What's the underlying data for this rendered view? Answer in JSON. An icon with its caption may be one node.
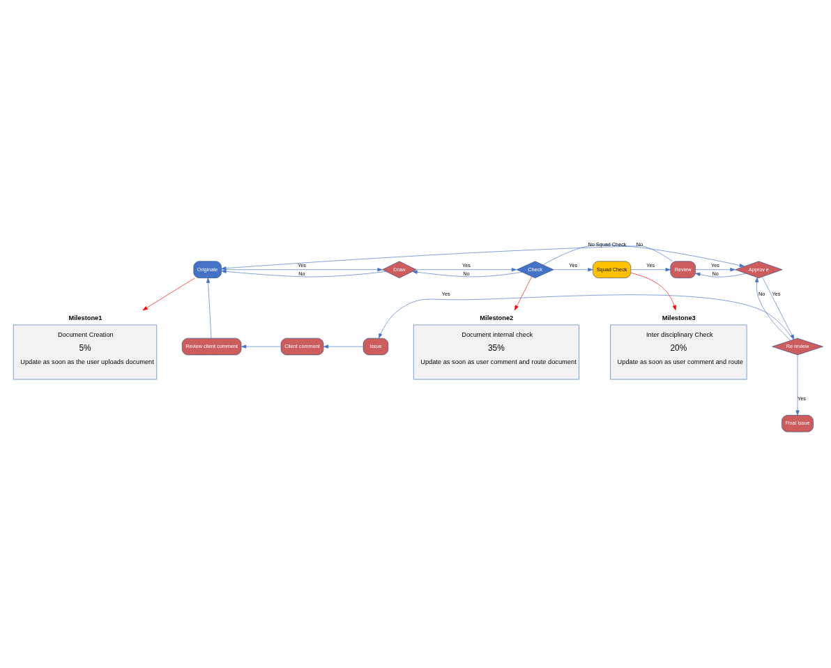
{
  "diagram": {
    "nodes": [
      {
        "text": [
          "Originate"
        ]
      },
      {
        "text": [
          "Draw"
        ]
      },
      {
        "text": [
          "Check"
        ]
      },
      {
        "text": [
          "Squad Check"
        ]
      },
      {
        "text": [
          "Review"
        ]
      },
      {
        "text": [
          "Approv e"
        ]
      },
      {
        "text": [
          "Re review"
        ]
      },
      {
        "text": [
          "Issue"
        ]
      },
      {
        "text": [
          "Client comment"
        ]
      },
      {
        "text": [
          "Review client comment"
        ]
      },
      {
        "text": [
          "Final Issue"
        ]
      },
      {
        "text": [
          "Milestone1",
          "Document Creation",
          "5%",
          "Update as soon as the user uploads document"
        ]
      },
      {
        "text": [
          "Milestone2",
          "Document internal check",
          "35%",
          "Update as soon as user comment and route document"
        ]
      },
      {
        "text": [
          "Milestone3",
          "Inter disciplinary Check",
          "20%",
          "Update as soon as user comment and route"
        ]
      }
    ],
    "edges": [
      {
        "from": 0,
        "to": 1,
        "arrow": "to",
        "label": "Yes"
      },
      {
        "from": 1,
        "to": 0,
        "arrow": "to",
        "label": "No"
      },
      {
        "from": 1,
        "to": 2,
        "arrow": "to",
        "label": "Yes"
      },
      {
        "from": 2,
        "to": 1,
        "arrow": "to",
        "label": "No"
      },
      {
        "from": 2,
        "to": 3,
        "arrow": "to",
        "label": "Yes"
      },
      {
        "from": 3,
        "to": 4,
        "arrow": "to",
        "label": "Yes"
      },
      {
        "from": 4,
        "to": 0,
        "arrow": "to",
        "label": "No"
      },
      {
        "from": 4,
        "to": 5,
        "arrow": "to",
        "label": "Yes"
      },
      {
        "from": 5,
        "to": 4,
        "arrow": "to",
        "label": "No"
      },
      {
        "from": 2,
        "to": 5,
        "arrow": "to",
        "label": "No Squad Check"
      },
      {
        "from": 5,
        "to": 6,
        "arrow": "to",
        "label": "Yes"
      },
      {
        "from": 6,
        "to": 5,
        "arrow": "to",
        "label": "No"
      },
      {
        "from": 6,
        "to": 7,
        "arrow": "to",
        "label": "Yes"
      },
      {
        "from": 7,
        "to": 8,
        "arrow": "to"
      },
      {
        "from": 8,
        "to": 9,
        "arrow": "to"
      },
      {
        "from": 9,
        "to": 0,
        "arrow": "to"
      },
      {
        "from": 6,
        "to": 10,
        "arrow": "to",
        "label": "Yes"
      },
      {
        "from": 0,
        "to": 11,
        "arrow": "to",
        "color": "#ff0000"
      },
      {
        "from": 2,
        "to": 12,
        "arrow": "to",
        "color": "#ff0000"
      },
      {
        "from": 3,
        "to": 13,
        "arrow": "to",
        "color": "#ff0000"
      }
    ]
  }
}
